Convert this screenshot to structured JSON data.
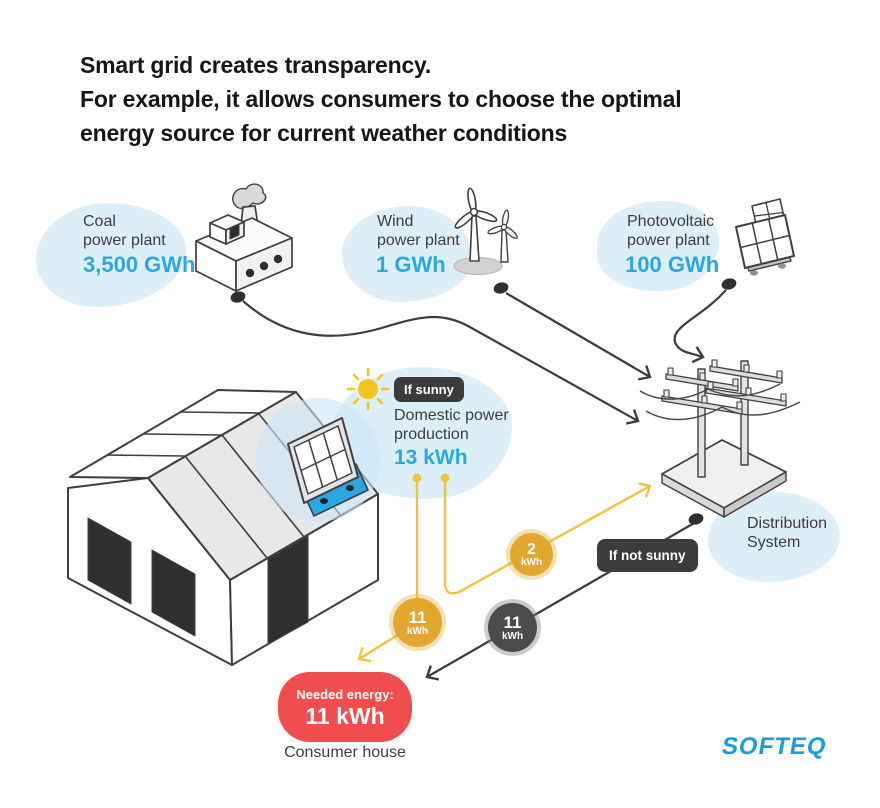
{
  "title": {
    "line1": "Smart grid creates transparency.",
    "line2": "For example, it allows consumers to choose the optimal",
    "line3": "energy source for current weather conditions"
  },
  "plants": {
    "coal": {
      "name_line1": "Coal",
      "name_line2": "power plant",
      "output": "3,500 GWh"
    },
    "wind": {
      "name_line1": "Wind",
      "name_line2": "power plant",
      "output": "1 GWh"
    },
    "photovoltaic": {
      "name_line1": "Photovoltaic",
      "name_line2": "power plant",
      "output": "100 GWh"
    }
  },
  "domestic": {
    "condition": "If sunny",
    "label_line1": "Domestic power",
    "label_line2": "production",
    "output": "13 kWh"
  },
  "distribution": {
    "label_line1": "Distribution",
    "label_line2": "System",
    "condition": "If not sunny"
  },
  "flows": {
    "solar_to_grid": {
      "value": "2",
      "unit": "kWh"
    },
    "solar_to_house": {
      "value": "11",
      "unit": "kWh"
    },
    "grid_to_house": {
      "value": "11",
      "unit": "kWh"
    }
  },
  "consumer": {
    "needed_label": "Needed energy:",
    "needed_value": "11 kWh",
    "caption": "Consumer house"
  },
  "branding": {
    "logo_text": "SOFTEQ"
  },
  "icons": {
    "coal_plant": "factory-icon",
    "wind_plant": "wind-turbine-icon",
    "photovoltaic_plant": "solar-panels-icon",
    "domestic": "sun-icon",
    "distribution": "power-pole-icon",
    "consumer": "house-icon"
  },
  "colors": {
    "accent_cyan": "#29A7E0",
    "flow_yellow": "#EFC33C",
    "circle_yellow": "#E2A72E",
    "dark": "#3C3C3C",
    "red": "#F24D4E",
    "blob": "#DCEFF9",
    "logo_blue": "#1B9CDB"
  }
}
